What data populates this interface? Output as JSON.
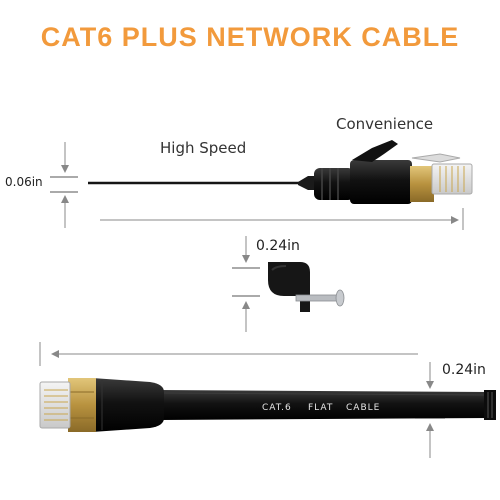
{
  "title": "CAT6 PLUS NETWORK CABLE",
  "labels": {
    "high_speed": "High Speed",
    "convenience": "Convenience"
  },
  "dimensions": {
    "thin_cable": "0.06in",
    "clip": "0.24in",
    "flat_cable": "0.24in"
  },
  "cable_print": {
    "word1": "CAT.6",
    "word2": "FLAT",
    "word3": "CABLE"
  },
  "colors": {
    "title": "#f29a3c",
    "cable": "#151515",
    "connector_gold": "#c8a654",
    "arrow": "#888888"
  }
}
